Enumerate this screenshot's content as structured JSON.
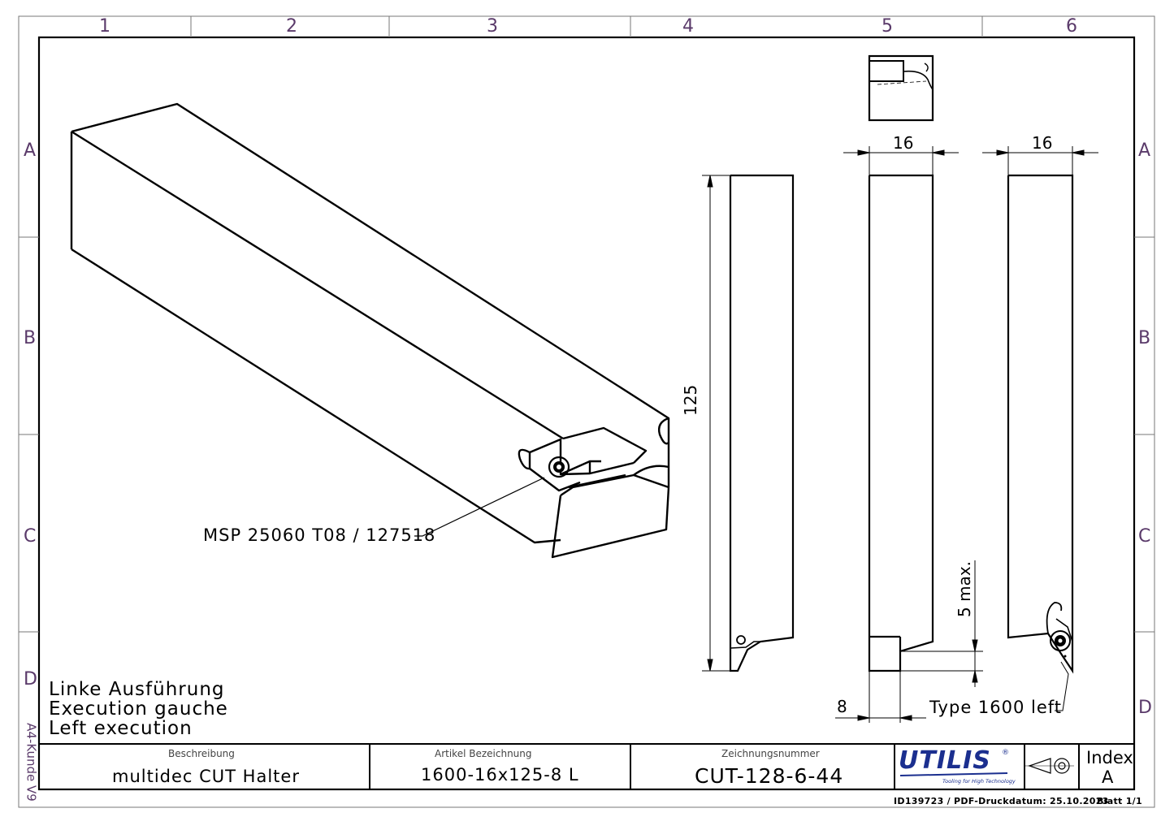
{
  "zones": {
    "columns": [
      "1",
      "2",
      "3",
      "4",
      "5",
      "6"
    ],
    "rows": [
      "A",
      "B",
      "C",
      "D"
    ]
  },
  "side_label": "A4-Kunde V9",
  "part_callout": "MSP 25060 T08 / 127518",
  "dimensions": {
    "length": "125",
    "width_front": "16",
    "width_back": "16",
    "offset": "8",
    "depth": "5 max."
  },
  "type_label": "Type 1600 left",
  "execution_notes": [
    "Linke Ausführung",
    "Execution gauche",
    "Left execution"
  ],
  "title_block": {
    "description_header": "Beschreibung",
    "description_value": "multidec CUT Halter",
    "article_header": "Artikel Bezeichnung",
    "article_value": "1600-16x125-8 L",
    "drawing_header": "Zeichnungsnummer",
    "drawing_value": "CUT-128-6-44",
    "logo_text": "UTILIS",
    "logo_tagline": "Tooling for High Technology",
    "index_label": "Index",
    "index_value": "A"
  },
  "footer": {
    "id": "ID139723 /",
    "print_date": "PDF-Druckdatum: 25.10.2023",
    "sheet": "Blatt 1/1"
  },
  "colors": {
    "line": "#000000",
    "zone_text": "#5a3a6a",
    "logo_blue": "#1b2f8f"
  }
}
